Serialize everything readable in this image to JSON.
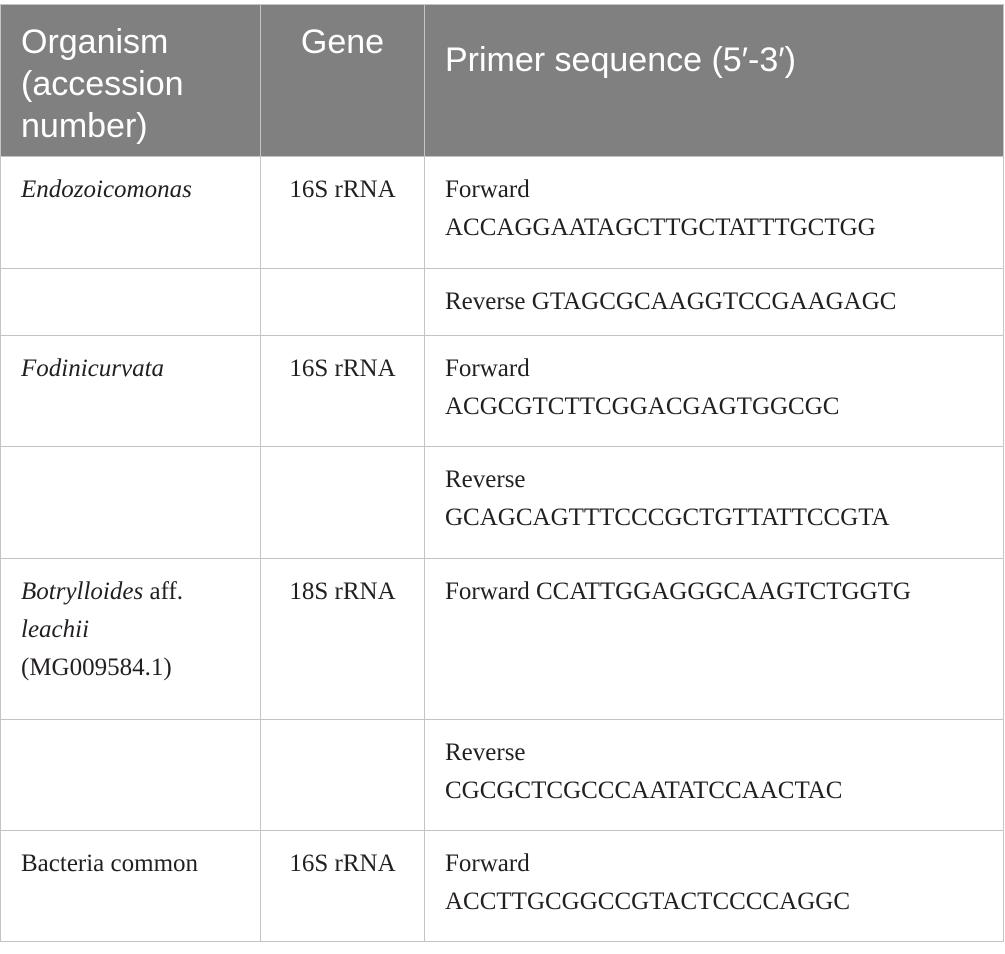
{
  "headers": {
    "organism": "Organism (accession number)",
    "gene": "Gene",
    "sequence": "Primer sequence (5′-3′)"
  },
  "rows": [
    {
      "organism_italic": "Endozoicomonas",
      "organism_plain": "",
      "organism_italic2": "",
      "organism_accession": "",
      "gene": "16S rRNA",
      "direction": "Forward",
      "sequence": "ACCAGGAATAGCTTGCTATTTGCTGG"
    },
    {
      "organism_italic": "",
      "organism_plain": "",
      "organism_italic2": "",
      "organism_accession": "",
      "gene": "",
      "direction": "Reverse",
      "sequence": "GTAGCGCAAGGTCCGAAGAGC"
    },
    {
      "organism_italic": "Fodinicurvata",
      "organism_plain": "",
      "organism_italic2": "",
      "organism_accession": "",
      "gene": "16S rRNA",
      "direction": "Forward",
      "sequence": "ACGCGTCTTCGGACGAGTGGCGC"
    },
    {
      "organism_italic": "",
      "organism_plain": "",
      "organism_italic2": "",
      "organism_accession": "",
      "gene": "",
      "direction": "Reverse",
      "sequence": "GCAGCAGTTTCCCGCTGTTATTCCGTA"
    },
    {
      "organism_italic": "Botrylloides",
      "organism_plain": "aff.",
      "organism_italic2": "leachii",
      "organism_accession": "(MG009584.1)",
      "gene": "18S rRNA",
      "direction": "Forward",
      "sequence": "CCATTGGAGGGCAAGTCTGGTG"
    },
    {
      "organism_italic": "",
      "organism_plain": "",
      "organism_italic2": "",
      "organism_accession": "",
      "gene": "",
      "direction": "Reverse",
      "sequence": "CGCGCTCGCCCAATATCCAACTAC"
    },
    {
      "organism_italic": "",
      "organism_plain": "Bacteria common",
      "organism_italic2": "",
      "organism_accession": "",
      "gene": "16S rRNA",
      "direction": "Forward",
      "sequence": "ACCTTGCGGCCGTACTCCCCAGGC"
    }
  ]
}
